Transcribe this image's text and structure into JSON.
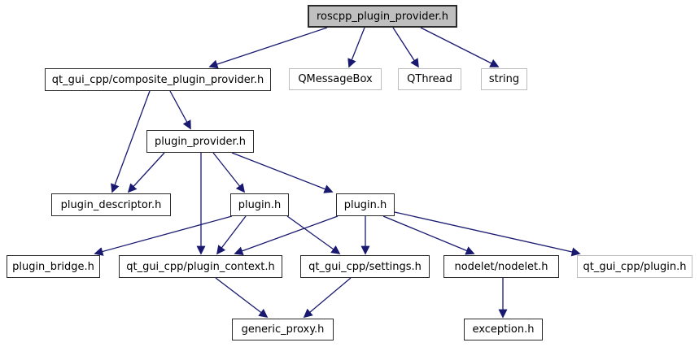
{
  "graph": {
    "type": "include-dependency-graph",
    "edge_color": "#191970",
    "node_fill": "#ffffff",
    "root_node_fill": "#bfbfbf",
    "internal_border_color": "#2a2a2a",
    "external_border_color": "#bdbdbd",
    "nodes": {
      "root": {
        "label": "roscpp_plugin_provider.h",
        "type": "current"
      },
      "composite_provider": {
        "label": "qt_gui_cpp/composite_plugin_provider.h",
        "type": "internal"
      },
      "qmessagebox": {
        "label": "QMessageBox",
        "type": "external"
      },
      "qthread": {
        "label": "QThread",
        "type": "external"
      },
      "string": {
        "label": "string",
        "type": "external"
      },
      "plugin_provider": {
        "label": "plugin_provider.h",
        "type": "internal"
      },
      "plugin_descriptor": {
        "label": "plugin_descriptor.h",
        "type": "internal"
      },
      "plugin_a": {
        "label": "plugin.h",
        "type": "internal"
      },
      "plugin_b": {
        "label": "plugin.h",
        "type": "internal"
      },
      "plugin_bridge": {
        "label": "plugin_bridge.h",
        "type": "internal"
      },
      "plugin_context": {
        "label": "qt_gui_cpp/plugin_context.h",
        "type": "internal"
      },
      "settings": {
        "label": "qt_gui_cpp/settings.h",
        "type": "internal"
      },
      "nodelet": {
        "label": "nodelet/nodelet.h",
        "type": "internal"
      },
      "qt_gui_cpp_plugin": {
        "label": "qt_gui_cpp/plugin.h",
        "type": "external"
      },
      "generic_proxy": {
        "label": "generic_proxy.h",
        "type": "internal"
      },
      "exception": {
        "label": "exception.h",
        "type": "internal"
      }
    },
    "edges": [
      {
        "from": "root",
        "to": "composite_provider"
      },
      {
        "from": "root",
        "to": "qmessagebox"
      },
      {
        "from": "root",
        "to": "qthread"
      },
      {
        "from": "root",
        "to": "string"
      },
      {
        "from": "composite_provider",
        "to": "plugin_descriptor"
      },
      {
        "from": "composite_provider",
        "to": "plugin_provider"
      },
      {
        "from": "plugin_provider",
        "to": "plugin_descriptor"
      },
      {
        "from": "plugin_provider",
        "to": "plugin_a"
      },
      {
        "from": "plugin_provider",
        "to": "plugin_b"
      },
      {
        "from": "plugin_provider",
        "to": "plugin_context"
      },
      {
        "from": "plugin_a",
        "to": "plugin_bridge"
      },
      {
        "from": "plugin_a",
        "to": "plugin_context"
      },
      {
        "from": "plugin_a",
        "to": "settings"
      },
      {
        "from": "plugin_b",
        "to": "plugin_context"
      },
      {
        "from": "plugin_b",
        "to": "settings"
      },
      {
        "from": "plugin_b",
        "to": "nodelet"
      },
      {
        "from": "plugin_b",
        "to": "qt_gui_cpp_plugin"
      },
      {
        "from": "plugin_context",
        "to": "generic_proxy"
      },
      {
        "from": "settings",
        "to": "generic_proxy"
      },
      {
        "from": "nodelet",
        "to": "exception"
      }
    ]
  }
}
